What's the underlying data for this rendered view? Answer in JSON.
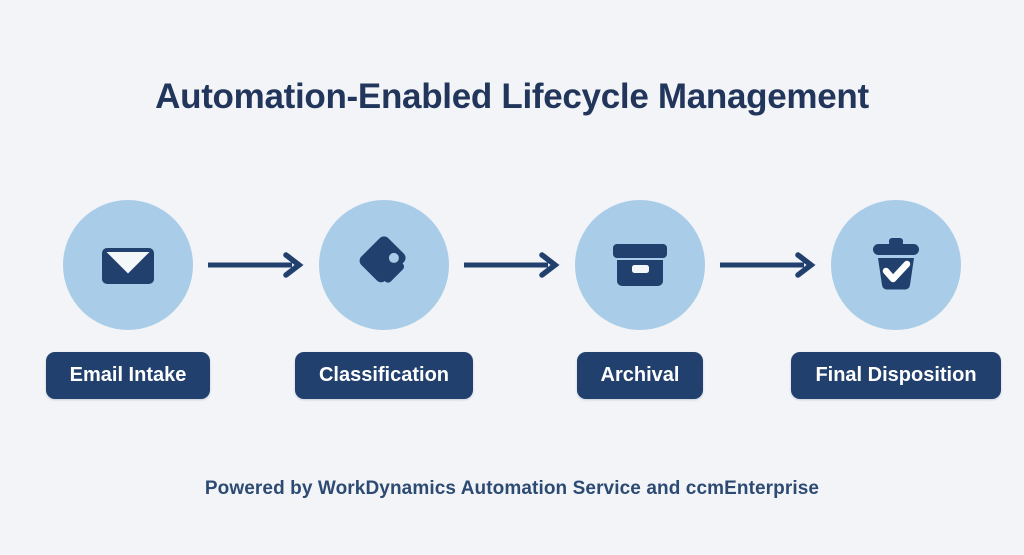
{
  "title": "Automation-Enabled Lifecycle Management",
  "footer": "Powered by WorkDynamics Automation Service and ccmEnterprise",
  "colors": {
    "background": "#f2f4f7",
    "title_text": "#22365c",
    "circle_fill": "#a9cce8",
    "badge_fill": "#22406e",
    "badge_text": "#ffffff",
    "icon_fill": "#22406e",
    "arrow": "#22406e",
    "footer_text": "#2d4a73"
  },
  "steps": [
    {
      "label": "Email Intake",
      "icon": "envelope-icon"
    },
    {
      "label": "Classification",
      "icon": "tags-icon"
    },
    {
      "label": "Archival",
      "icon": "archive-box-icon"
    },
    {
      "label": "Final Disposition",
      "icon": "trash-check-icon"
    }
  ],
  "connectors": [
    {
      "icon": "arrow-right-icon"
    },
    {
      "icon": "arrow-right-icon"
    },
    {
      "icon": "arrow-right-icon"
    }
  ]
}
